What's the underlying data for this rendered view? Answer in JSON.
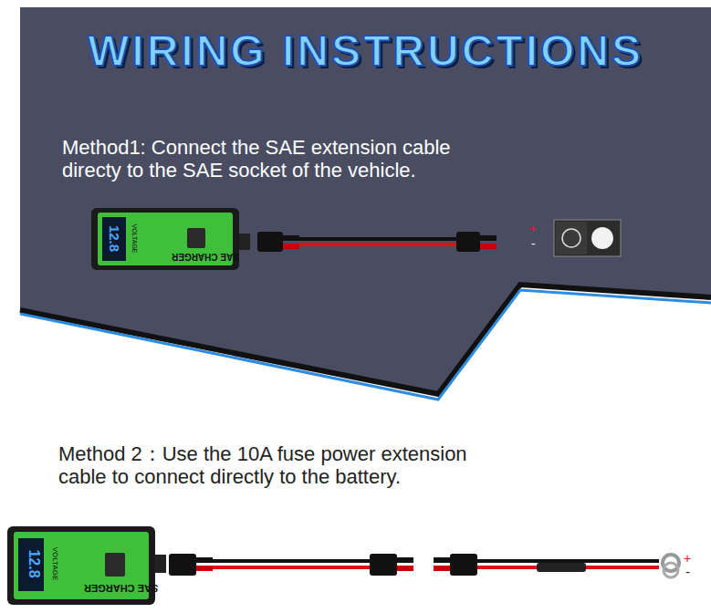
{
  "diagram": {
    "title": "WIRING INSTRUCTIONS",
    "labels": [
      "Method1: Connect the SAE extension cable directy to the SAE socket of the vehicle.",
      "12.8",
      "VOLTAGE",
      "SAE CHARGER",
      "+",
      "-",
      "Method 2：Use the 10A fuse power extension cable to connect directly to the battery.",
      "12.8",
      "VOLTAGE",
      "SAE CHARGER",
      "+",
      "-"
    ]
  }
}
